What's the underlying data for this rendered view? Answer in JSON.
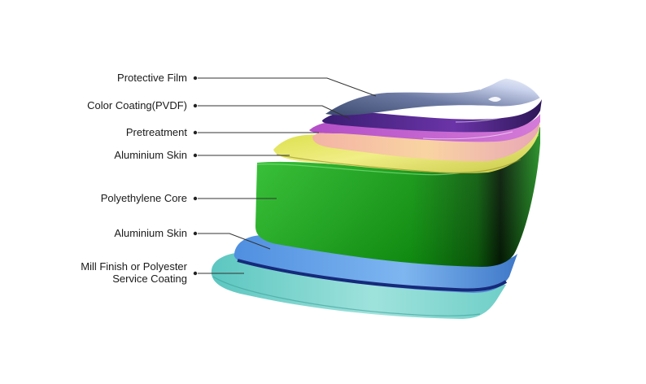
{
  "diagram": {
    "layers": [
      {
        "id": "protective-film",
        "label": "Protective Film"
      },
      {
        "id": "color-coating",
        "label": "Color Coating(PVDF)"
      },
      {
        "id": "pretreatment",
        "label": "Pretreatment"
      },
      {
        "id": "aluminium-skin-top",
        "label": "Aluminium Skin"
      },
      {
        "id": "polyethylene-core",
        "label": "Polyethylene Core"
      },
      {
        "id": "aluminium-skin-bottom",
        "label": "Aluminium Skin"
      },
      {
        "id": "service-coating",
        "label_line1": "Mill Finish or Polyester",
        "label_line2": "Service Coating"
      }
    ],
    "colors": {
      "protective_film": "#9aa6c8",
      "color_coating": "#5b2d8e",
      "pretreatment": "#c28ad6",
      "aluminium_skin_top": "#e6e65a",
      "polyethylene_core": "#1fa81f",
      "aluminium_skin_bottom": "#5aa0e6",
      "service_coating": "#6ed2c8",
      "leader_line": "#333333"
    }
  }
}
